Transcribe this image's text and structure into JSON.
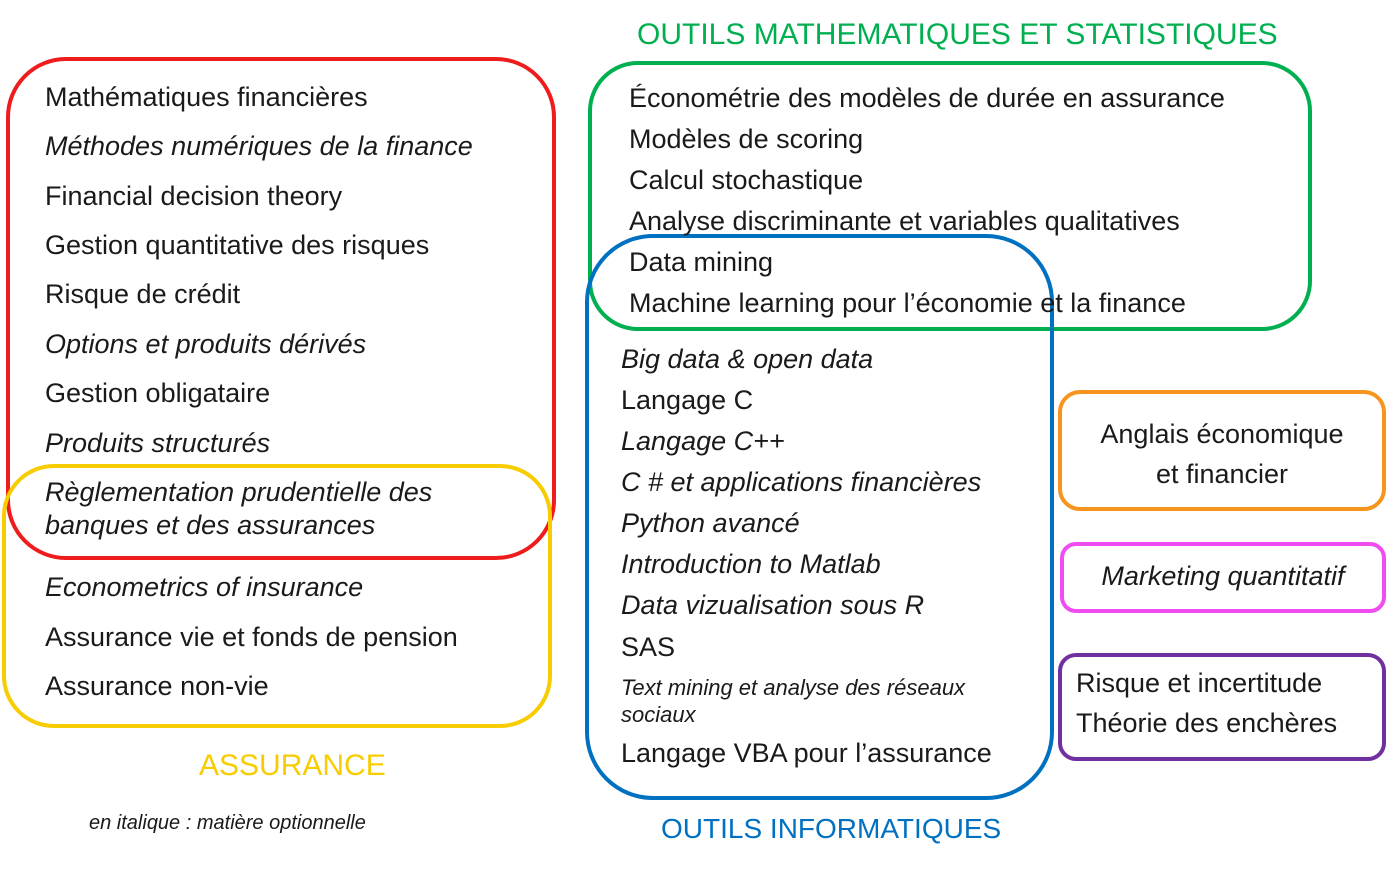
{
  "headings": {
    "maths_stats": "OUTILS MATHEMATIQUES ET STATISTIQUES",
    "assurance": "ASSURANCE",
    "informatique": "OUTILS INFORMATIQUES"
  },
  "legend": "en italique : matière optionnelle",
  "colors": {
    "finance": "#ee1c1c",
    "assurance": "#f7cc00",
    "maths_stats": "#00b050",
    "informatique": "#0070c0",
    "langue": "#f7941d",
    "marketing": "#f04df0",
    "economie": "#7030a0"
  },
  "groups": {
    "finance": {
      "items": [
        {
          "text": "Mathématiques financières",
          "optional": false
        },
        {
          "text": "Méthodes numériques de la finance",
          "optional": true
        },
        {
          "text": "Financial decision theory",
          "optional": false
        },
        {
          "text": "Gestion quantitative des risques",
          "optional": false
        },
        {
          "text": "Risque de crédit",
          "optional": false
        },
        {
          "text": "Options et produits dérivés",
          "optional": true
        },
        {
          "text": "Gestion obligataire",
          "optional": false
        },
        {
          "text": "Produits structurés",
          "optional": true
        }
      ]
    },
    "shared_finance_assurance": {
      "line1": "Règlementation prudentielle des",
      "line2": "banques et des assurances",
      "optional": true
    },
    "assurance": {
      "items": [
        {
          "text": "Econometrics of insurance",
          "optional": true
        },
        {
          "text": "Assurance vie et fonds de pension",
          "optional": false
        },
        {
          "text": "Assurance non-vie",
          "optional": false
        }
      ]
    },
    "maths_stats": {
      "items": [
        {
          "text": "Économétrie des modèles de durée en assurance",
          "optional": false
        },
        {
          "text": "Modèles de scoring",
          "optional": false
        },
        {
          "text": "Calcul stochastique",
          "optional": false
        },
        {
          "text": "Analyse discriminante et variables qualitatives",
          "optional": false
        }
      ]
    },
    "shared_maths_info": {
      "items": [
        {
          "text": "Data mining",
          "optional": false
        },
        {
          "text": "Machine learning pour l’économie et la finance",
          "optional": false
        }
      ]
    },
    "informatique": {
      "items": [
        {
          "text": "Big data & open data",
          "optional": true
        },
        {
          "text": "Langage C",
          "optional": false
        },
        {
          "text": "Langage C++",
          "optional": true
        },
        {
          "text": "C # et applications financières",
          "optional": true
        },
        {
          "text": "Python avancé",
          "optional": true
        },
        {
          "text": "Introduction to Matlab",
          "optional": true
        },
        {
          "text": "Data vizualisation sous R",
          "optional": true
        },
        {
          "text": "SAS",
          "optional": false
        }
      ],
      "text_mining_line1": "Text mining et analyse des réseaux",
      "text_mining_line2": "sociaux",
      "last_item": "Langage VBA pour l’assurance"
    },
    "langue": {
      "line1": "Anglais économique",
      "line2": "et financier"
    },
    "marketing": {
      "text": "Marketing quantitatif"
    },
    "economie": {
      "line1": "Risque et incertitude",
      "line2": "Théorie des enchères"
    }
  }
}
